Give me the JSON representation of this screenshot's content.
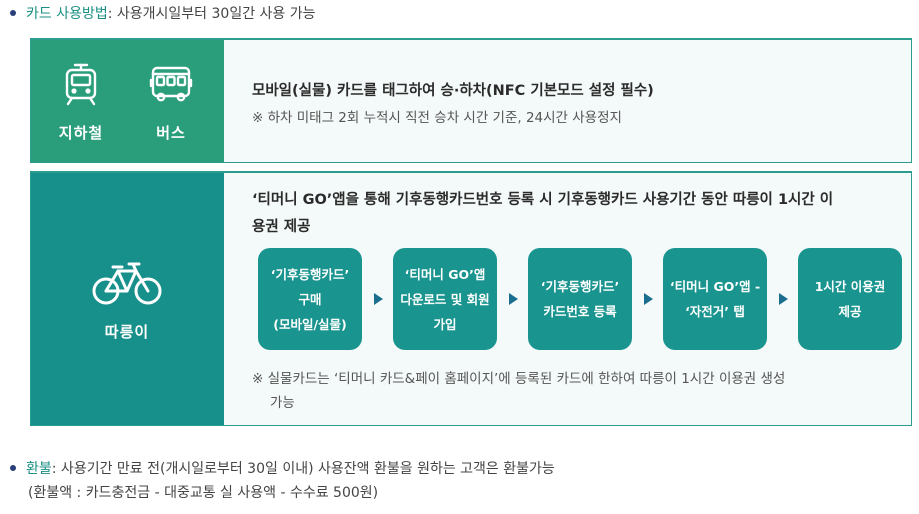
{
  "usage": {
    "label": "카드 사용방법",
    "colon": ":",
    "text": " 사용개시일부터 30일간 사용 가능"
  },
  "transit": {
    "subway_label": "지하철",
    "bus_label": "버스",
    "main": "모바일(실물) 카드를 태그하여 승·하차(NFC 기본모드 설정 필수)",
    "note": "※ 하차 미태그 2회 누적시 직전 승차 시간 기준, 24시간 사용정지"
  },
  "bike": {
    "label": "따릉이",
    "main_line1": "‘티머니 GO’앱을 통해 기후동행카드번호 등록 시 기후동행카드 사용기간 동안 따릉이 1시간 이",
    "main_line2": "용권 제공",
    "steps": [
      {
        "lines": [
          "‘기후동행카드’",
          "구매",
          "(모바일/실물)"
        ]
      },
      {
        "lines": [
          "‘티머니 GO’앱",
          "다운로드 및 회원",
          "가입"
        ]
      },
      {
        "lines": [
          "‘기후동행카드’",
          "카드번호 등록"
        ]
      },
      {
        "lines": [
          "‘티머니 GO’앱 -",
          "‘자전거’ 탭"
        ]
      },
      {
        "lines": [
          "1시간 이용권",
          "제공"
        ]
      }
    ],
    "note_line1": "※ 실물카드는 ‘티머니 카드&페이 홈페이지’에 등록된 카드에 한하여 따릉이 1시간 이용권 생성",
    "note_line2": "가능"
  },
  "refund": {
    "label": "환불",
    "colon": ":",
    "text": " 사용기간 만료 전(개시일로부터 30일 이내) 사용잔액 환불을 원하는 고객은 환불가능",
    "formula": "(환불액 : 카드충전금 - 대중교통 실 사용액 - 수수료 500원)"
  },
  "icons": {
    "subway": "subway-icon",
    "bus": "bus-icon",
    "bike": "bicycle-icon"
  },
  "colors": {
    "accent": "#1a8f84",
    "panel1": "#2a9d7a",
    "panel2": "#178f8b",
    "step": "#1a948f"
  }
}
